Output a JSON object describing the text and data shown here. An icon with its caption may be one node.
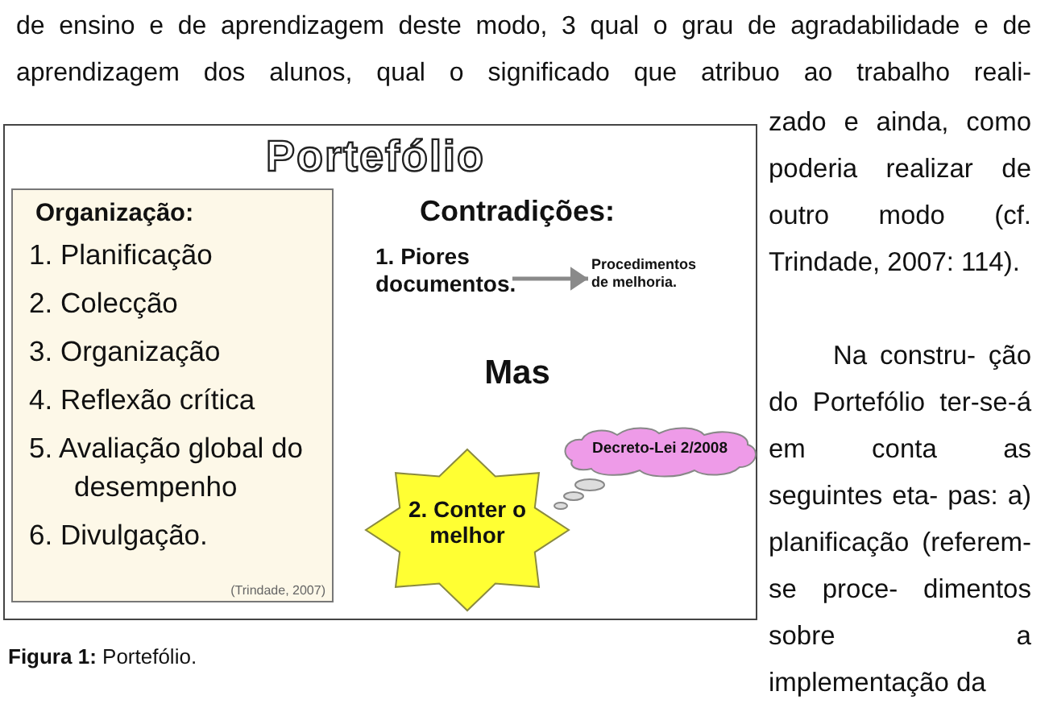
{
  "diagram": {
    "caption": "**Figura 1:** Portefólio.",
    "nodes": [
      {
        "text": [
          "Portefólio"
        ]
      },
      {
        "text": [
          "Organização:",
          "1. Planificação",
          "2. Colecção",
          "3. Organização",
          "4. Reflexão crítica",
          "5. Avaliação global do desempenho",
          "6. Divulgação.",
          "(Trindade, 2007)"
        ],
        "in": 0
      },
      {
        "text": [
          "1. Piores documentos."
        ],
        "in": 0
      },
      {
        "text": [
          "Procedimentos de melhoria."
        ],
        "in": 0
      },
      {
        "text": [
          "2. Conter o melhor"
        ],
        "in": 0
      },
      {
        "text": [
          "Decreto-Lei 2/2008"
        ],
        "in": 0
      }
    ],
    "edges": [
      {
        "from": 2,
        "to": 3,
        "arrow": "to",
        "color": "#8a8a8a"
      }
    ],
    "labels": [
      "de ensino e de aprendizagem deste modo, 3 qual o grau de agradabilidade e de aprendizagem dos alunos, qual o significado que atribuo ao trabalho reali-",
      "zado e ainda, como poderia realizar de outro modo (cf. Trindade, 2007: 114).",
      "Contradições:",
      "Mas",
      "Na constru- ção do Portefólio ter-se-á em conta as seguintes eta- pas: a) planificação (referem-se proce- dimentos sobre a implementação da"
    ]
  }
}
